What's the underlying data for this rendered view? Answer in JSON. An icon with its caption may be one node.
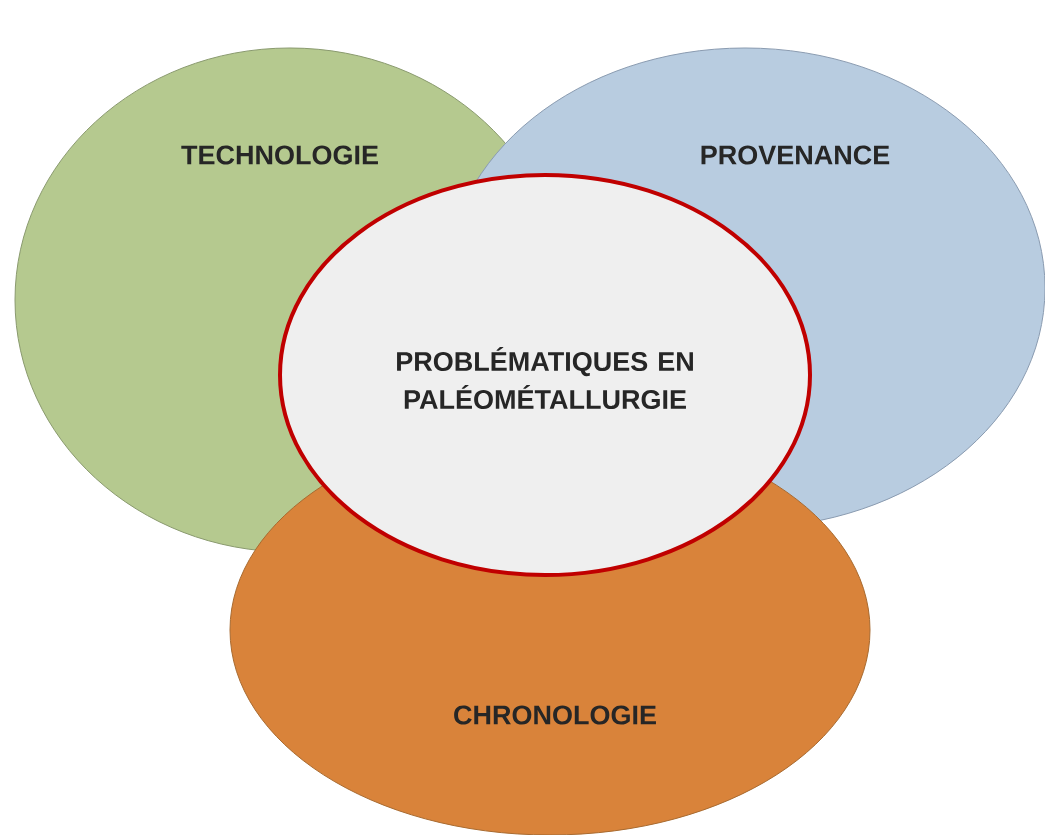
{
  "diagram": {
    "nodes": [
      {
        "text": [
          "TECHNOLOGIE"
        ]
      },
      {
        "text": [
          "PROVENANCE"
        ]
      },
      {
        "text": [
          "CHRONOLOGIE"
        ]
      },
      {
        "text": [
          "PROBLÉMATIQUES EN PALÉOMÉTALLURGIE"
        ]
      }
    ]
  }
}
